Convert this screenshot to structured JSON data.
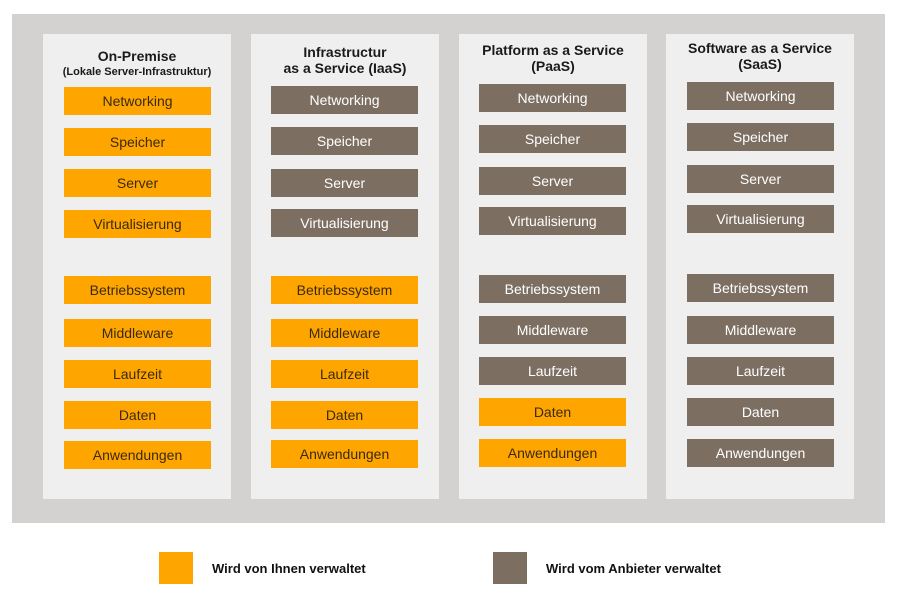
{
  "colors": {
    "user_managed": "#ffa500",
    "provider_managed": "#7c6f62"
  },
  "item_labels": [
    "Networking",
    "Speicher",
    "Server",
    "Virtualisierung",
    "Betriebssystem",
    "Middleware",
    "Laufzeit",
    "Daten",
    "Anwendungen"
  ],
  "columns": [
    {
      "title": "On-Premise",
      "subtitle": "(Lokale Server-Infrastruktur)",
      "items": [
        {
          "label": "Networking",
          "managed_by": "user"
        },
        {
          "label": "Speicher",
          "managed_by": "user"
        },
        {
          "label": "Server",
          "managed_by": "user"
        },
        {
          "label": "Virtualisierung",
          "managed_by": "user"
        },
        {
          "label": "Betriebssystem",
          "managed_by": "user"
        },
        {
          "label": "Middleware",
          "managed_by": "user"
        },
        {
          "label": "Laufzeit",
          "managed_by": "user"
        },
        {
          "label": "Daten",
          "managed_by": "user"
        },
        {
          "label": "Anwendungen",
          "managed_by": "user"
        }
      ]
    },
    {
      "title": "Infrastructur",
      "subtitle": "as a Service (IaaS)",
      "items": [
        {
          "label": "Networking",
          "managed_by": "provider"
        },
        {
          "label": "Speicher",
          "managed_by": "provider"
        },
        {
          "label": "Server",
          "managed_by": "provider"
        },
        {
          "label": "Virtualisierung",
          "managed_by": "provider"
        },
        {
          "label": "Betriebssystem",
          "managed_by": "user"
        },
        {
          "label": "Middleware",
          "managed_by": "user"
        },
        {
          "label": "Laufzeit",
          "managed_by": "user"
        },
        {
          "label": "Daten",
          "managed_by": "user"
        },
        {
          "label": "Anwendungen",
          "managed_by": "user"
        }
      ]
    },
    {
      "title": "Platform as a Service",
      "subtitle": "(PaaS)",
      "items": [
        {
          "label": "Networking",
          "managed_by": "provider"
        },
        {
          "label": "Speicher",
          "managed_by": "provider"
        },
        {
          "label": "Server",
          "managed_by": "provider"
        },
        {
          "label": "Virtualisierung",
          "managed_by": "provider"
        },
        {
          "label": "Betriebssystem",
          "managed_by": "provider"
        },
        {
          "label": "Middleware",
          "managed_by": "provider"
        },
        {
          "label": "Laufzeit",
          "managed_by": "provider"
        },
        {
          "label": "Daten",
          "managed_by": "user"
        },
        {
          "label": "Anwendungen",
          "managed_by": "user"
        }
      ]
    },
    {
      "title": "Software as a Service",
      "subtitle": "(SaaS)",
      "items": [
        {
          "label": "Networking",
          "managed_by": "provider"
        },
        {
          "label": "Speicher",
          "managed_by": "provider"
        },
        {
          "label": "Server",
          "managed_by": "provider"
        },
        {
          "label": "Virtualisierung",
          "managed_by": "provider"
        },
        {
          "label": "Betriebssystem",
          "managed_by": "provider"
        },
        {
          "label": "Middleware",
          "managed_by": "provider"
        },
        {
          "label": "Laufzeit",
          "managed_by": "provider"
        },
        {
          "label": "Daten",
          "managed_by": "provider"
        },
        {
          "label": "Anwendungen",
          "managed_by": "provider"
        }
      ]
    }
  ],
  "legend": {
    "user": "Wird von Ihnen verwaltet",
    "provider": "Wird vom Anbieter verwaltet"
  }
}
